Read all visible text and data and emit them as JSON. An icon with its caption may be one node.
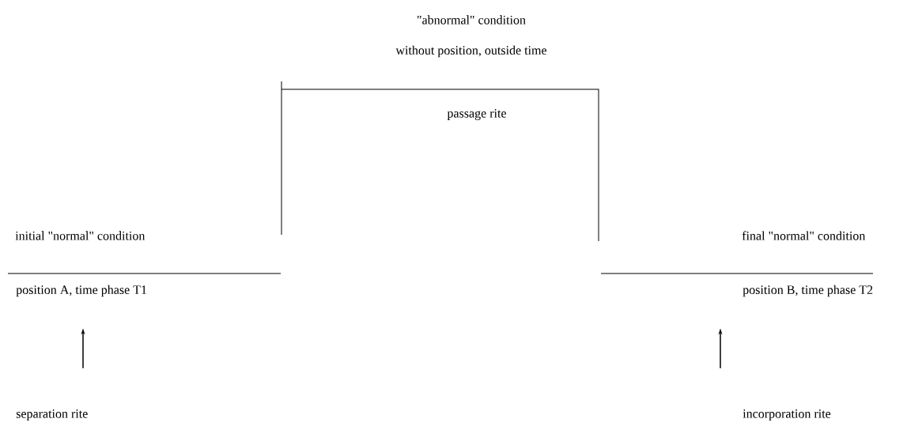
{
  "diagram": {
    "nodes": [
      {
        "text": [
          "position A, time phase T1"
        ]
      },
      {
        "text": [
          "separation rite"
        ]
      },
      {
        "text": [
          "position B, time phase T2"
        ]
      },
      {
        "text": [
          "incorporation rite"
        ]
      }
    ],
    "edges": [
      {
        "from": 1,
        "to": 0,
        "arrow": "to"
      },
      {
        "from": 3,
        "to": 2,
        "arrow": "to"
      }
    ],
    "labels": [
      "\"abnormal\" condition",
      "without position, outside time",
      "passage rite",
      "initial \"normal\" condition",
      "final \"normal\" condition"
    ]
  }
}
